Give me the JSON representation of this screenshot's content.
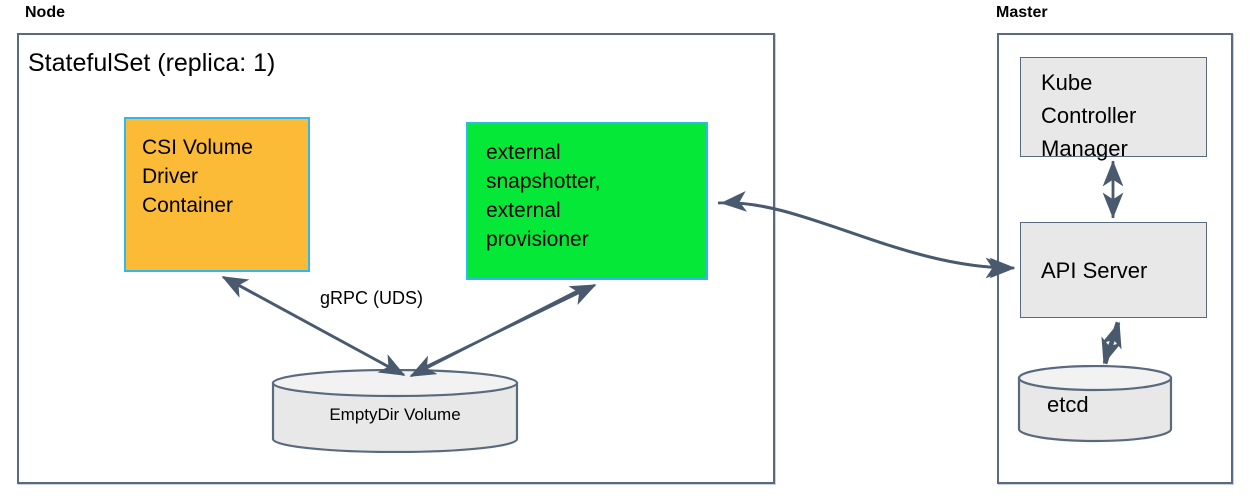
{
  "diagram": {
    "title": "CSI StatefulSet deployment topology",
    "colors": {
      "orange_fill": "#fcbb37",
      "green_fill": "#05e838",
      "cyan_border": "#2fb8ee",
      "gray_fill": "#e8e8e8",
      "outline": "#5a6a7e",
      "arrow": "#4a5a6e"
    }
  },
  "node_panel": {
    "label": "Node",
    "title": "StatefulSet (replica: 1)",
    "boxes": {
      "csi_driver": {
        "text": "CSI Volume\nDriver\nContainer"
      },
      "external_controllers": {
        "text": "external\nsnapshotter,\nexternal\nprovisioner"
      }
    },
    "volume": {
      "label": "EmptyDir Volume"
    },
    "edges": {
      "grpc": "gRPC (UDS)"
    }
  },
  "master_panel": {
    "label": "Master",
    "boxes": {
      "kube_controller_manager": {
        "text": "Kube\nController\nManager"
      },
      "api_server": {
        "text": "API Server"
      }
    },
    "datastore": {
      "label": "etcd"
    }
  }
}
